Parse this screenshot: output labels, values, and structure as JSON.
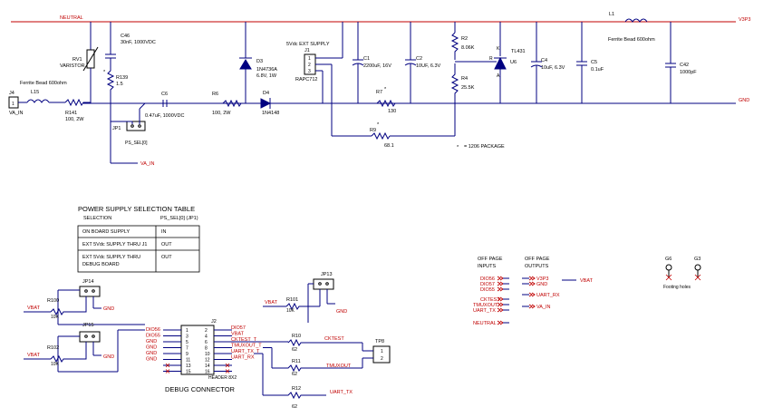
{
  "nets": {
    "neutral": "NEUTRAL",
    "gnd": "GND",
    "v3p3": "V3P3",
    "va_in": "VA_IN",
    "vbat": "VBAT"
  },
  "components": {
    "c46": {
      "ref": "C46",
      "value": "30nF, 1000VDC"
    },
    "rv1": {
      "ref": "RV1",
      "value": "VARISTOR"
    },
    "r139": {
      "ref": "R139",
      "value": "1.5"
    },
    "d3": {
      "ref": "D3",
      "part": "1N4736A",
      "value": "6.8V, 1W"
    },
    "j1": {
      "ref": "J1",
      "title": "5Vdc EXT SUPPLY",
      "part": "RAPC712",
      "pins": [
        "1",
        "2",
        "3"
      ]
    },
    "c1": {
      "ref": "C1",
      "value": "2200uF, 16V"
    },
    "c2": {
      "ref": "C2",
      "value": "10UF, 6.3V"
    },
    "r2": {
      "ref": "R2",
      "value": "8.06K"
    },
    "tl431": {
      "ref": "U6",
      "part": "TL431",
      "pin_ref": "R",
      "pin_k": "K",
      "pin_a": "A"
    },
    "c4": {
      "ref": "C4",
      "value": "10uF, 6.3V"
    },
    "c5": {
      "ref": "C5",
      "value": "0.1uF"
    },
    "l1": {
      "ref": "L1",
      "value": "Ferrite Bead 600ohm"
    },
    "c42": {
      "ref": "C42",
      "value": "1000pF"
    },
    "j4": {
      "ref": "J4",
      "pin": "1",
      "net": "VA_IN"
    },
    "l15": {
      "ref": "L15",
      "value": "Ferrite Bead 600ohm"
    },
    "r141": {
      "ref": "R141",
      "value": "100, 2W"
    },
    "jp1": {
      "ref": "JP1",
      "part": "PS_SEL[0]"
    },
    "c6": {
      "ref": "C6",
      "value": "0.47uF, 1000VDC"
    },
    "r6": {
      "ref": "R6",
      "value": "100, 2W"
    },
    "d4": {
      "ref": "D4",
      "part": "1N4148"
    },
    "r7": {
      "ref": "R7",
      "value": "130"
    },
    "r4": {
      "ref": "R4",
      "value": "25.5K"
    },
    "r9": {
      "ref": "R9",
      "value": "68.1"
    },
    "jp14": {
      "ref": "JP14"
    },
    "jp15": {
      "ref": "JP15"
    },
    "r100": {
      "ref": "R100",
      "value": "10K"
    },
    "r102": {
      "ref": "R102",
      "value": "10K"
    },
    "jp13": {
      "ref": "JP13"
    },
    "r101": {
      "ref": "R101",
      "value": "10K"
    },
    "j2": {
      "ref": "J2",
      "part": "HEADER 8X2"
    },
    "r10": {
      "ref": "R10",
      "value": "62"
    },
    "r11": {
      "ref": "R11",
      "value": "62"
    },
    "r12": {
      "ref": "R12",
      "value": "62"
    },
    "tp8": {
      "ref": "TP8"
    },
    "g6": {
      "ref": "G6"
    },
    "g3": {
      "ref": "G3"
    }
  },
  "package_note": "= 1206 PACKAGE",
  "table": {
    "title": "POWER SUPPLY SELECTION TABLE",
    "headers": [
      "SELECTION",
      "PS_SEL[0] (JP1)"
    ],
    "rows": [
      {
        "selection": "ON BOARD SUPPLY",
        "value": "IN"
      },
      {
        "selection": "EXT 5Vdc SUPPLY THRU J1",
        "value": "OUT"
      },
      {
        "selection": "EXT 5Vdc SUPPLY THRU DEBUG BOARD",
        "value": "OUT"
      }
    ]
  },
  "debug": {
    "title": "DEBUG CONNECTOR",
    "left_signals": [
      "DIO56",
      "DIO55",
      "GND",
      "GND",
      "GND",
      "GND"
    ],
    "right_signals": [
      "DIO57",
      "VBAT",
      "CKTEST_T",
      "TMUXOUT_T",
      "UART_TX_T",
      "UART_RX"
    ],
    "pins_left": [
      "1",
      "3",
      "5",
      "7",
      "9",
      "11",
      "13",
      "15"
    ],
    "pins_right": [
      "2",
      "4",
      "6",
      "8",
      "10",
      "12",
      "14",
      "16"
    ],
    "ckt": "CKTEST",
    "tmux": "TMUXOUT",
    "uart_tx": "UART_TX"
  },
  "offpage": {
    "inputs_title": "OFF PAGE INPUTS",
    "outputs_title": "OFF PAGE OUTPUTS",
    "inputs": [
      "DIO56",
      "DIO57",
      "DIO55",
      "CKTEST",
      "TMUXOUT",
      "UART_TX",
      "NEUTRAL"
    ],
    "outputs": [
      "V3P3",
      "GND",
      "UART_RX",
      "VA_IN"
    ],
    "vbat": "VBAT",
    "footing": "Footing holes"
  }
}
